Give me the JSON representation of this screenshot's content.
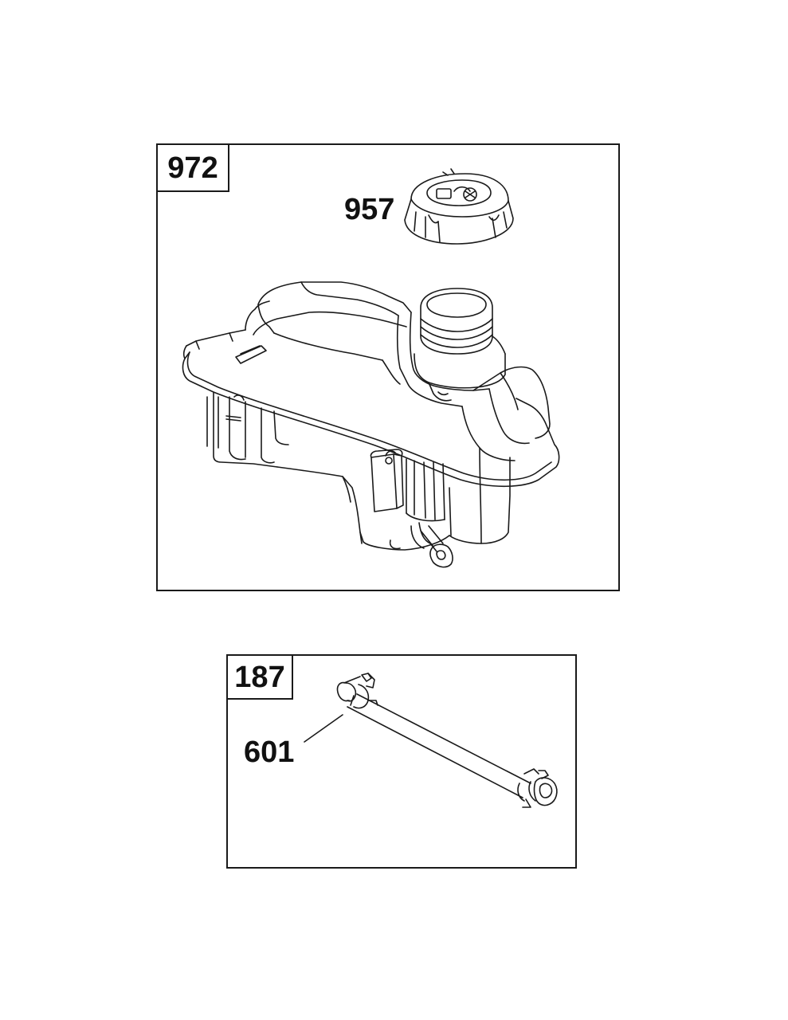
{
  "assemblies": [
    {
      "id": "972",
      "parts": [
        {
          "callout": "957",
          "part": "fuel-cap"
        },
        {
          "part": "fuel-tank"
        }
      ]
    },
    {
      "id": "187",
      "parts": [
        {
          "callout": "601",
          "part": "fuel-line-with-clamps"
        }
      ]
    }
  ],
  "colors": {
    "line": "#1a1a1a",
    "background": "#ffffff"
  }
}
